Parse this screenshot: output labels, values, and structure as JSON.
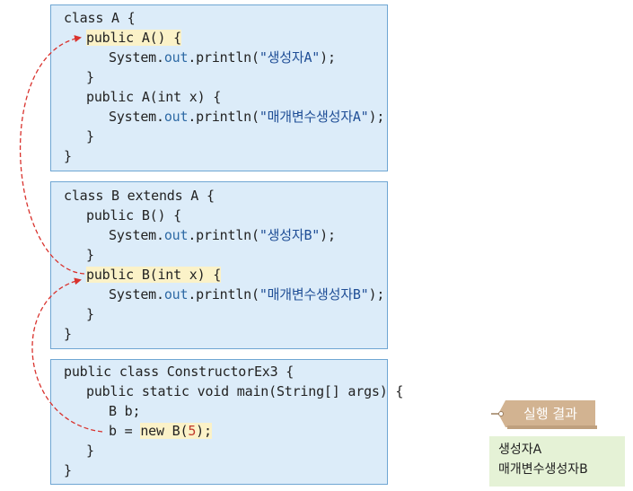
{
  "class_a": {
    "l1": "class A {",
    "l2_a": "public A() {",
    "l3_a": "System.",
    "l3_b": "out",
    "l3_c": ".println(",
    "l3_d": "\"생성자A\"",
    "l3_e": ");",
    "l4": "}",
    "l5_a": "public A(int x) {",
    "l6_a": "System.",
    "l6_b": "out",
    "l6_c": ".println(",
    "l6_d": "\"매개변수생성자A\"",
    "l6_e": ");",
    "l7": "}",
    "l8": "}"
  },
  "class_b": {
    "l1": "class B extends A {",
    "l2": "public B() {",
    "l3_a": "System.",
    "l3_b": "out",
    "l3_c": ".println(",
    "l3_d": "\"생성자B\"",
    "l3_e": ");",
    "l4": "}",
    "l5_a": "public B(int x) {",
    "l6_a": "System.",
    "l6_b": "out",
    "l6_c": ".println(",
    "l6_d": "\"매개변수생성자B\"",
    "l6_e": ");",
    "l7": "}",
    "l8": "}"
  },
  "class_main": {
    "l1": "public class ConstructorEx3 {",
    "l2": "public static void main(String[] args) {",
    "l3": "B b;",
    "l4_a": "b = ",
    "l4_b": "new B(",
    "l4_c": "5",
    "l4_d": ");",
    "l5": "}",
    "l6": "}"
  },
  "result_tag": "실행 결과",
  "output_lines": [
    "생성자A",
    "매개변수생성자B"
  ],
  "colors": {
    "box_bg": "#dcecf9",
    "box_border": "#6fa6d3",
    "highlight": "#fbf2c8",
    "string": "#1f4e96",
    "arrow": "#d9322d",
    "tag": "#d2b391",
    "output_bg": "#e5f2d6"
  }
}
